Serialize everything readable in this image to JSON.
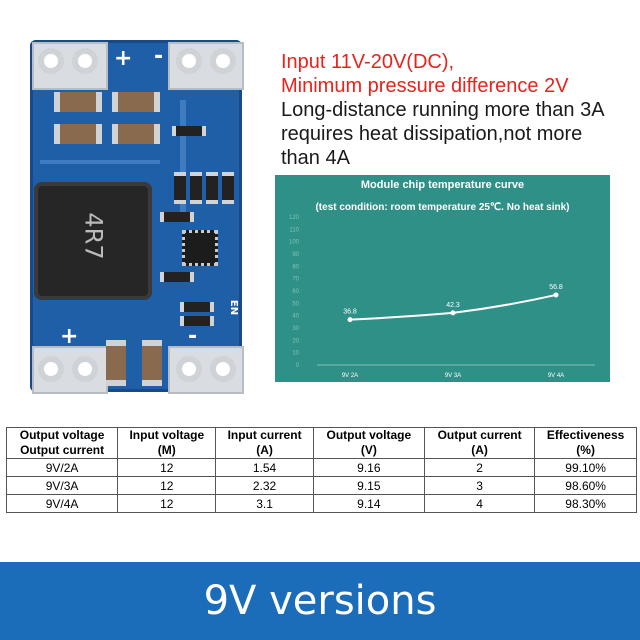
{
  "pcb": {
    "plus_top": "+",
    "minus_top": "-",
    "plus_bottom": "+",
    "minus_bottom": "-",
    "inductor_marking": "4R7",
    "en_label": "EN"
  },
  "spec": {
    "line1": "Input 11V-20V(DC),",
    "line2": "Minimum pressure difference 2V",
    "line3": "Long-distance running more than 3A",
    "line4": "requires heat dissipation,not more",
    "line5": "than 4A",
    "highlight_color": "#e8231b"
  },
  "chart_data": {
    "type": "line",
    "title": "Module chip temperature curve",
    "subtitle": "(test condition: room temperature 25℃. No heat sink)",
    "categories": [
      "9V 2A",
      "9V 3A",
      "9V 4A"
    ],
    "series": [
      {
        "values": [
          36.8,
          42.3,
          56.8
        ]
      }
    ],
    "value_labels": [
      "36.8",
      "42.3",
      "56.8"
    ],
    "yticks": [
      "0",
      "10",
      "20",
      "30",
      "40",
      "50",
      "60",
      "70",
      "80",
      "90",
      "100",
      "110",
      "120"
    ],
    "ylim": [
      0,
      120
    ],
    "grid": false,
    "background_color": "#2f9088",
    "line_color": "#ffffff"
  },
  "table": {
    "headers": [
      [
        "Output voltage",
        "Output current"
      ],
      [
        "Input voltage",
        "(M)"
      ],
      [
        "Input current",
        "(A)"
      ],
      [
        "Output voltage",
        "(V)"
      ],
      [
        "Output current",
        "(A)"
      ],
      [
        "Effectiveness",
        "(%)"
      ]
    ],
    "rows": [
      [
        "9V/2A",
        "12",
        "1.54",
        "9.16",
        "2",
        "99.10%"
      ],
      [
        "9V/3A",
        "12",
        "2.32",
        "9.15",
        "3",
        "98.60%"
      ],
      [
        "9V/4A",
        "12",
        "3.1",
        "9.14",
        "4",
        "98.30%"
      ]
    ]
  },
  "banner": {
    "text": "9V versions",
    "color": "#1b6dba"
  }
}
